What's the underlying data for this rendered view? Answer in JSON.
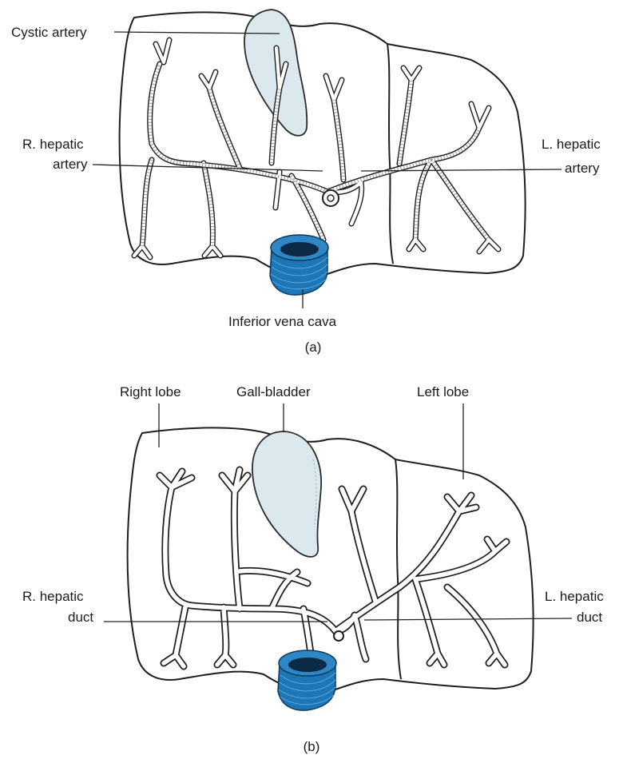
{
  "panel_a": {
    "labels": {
      "cystic_artery": "Cystic artery",
      "r_hepatic_artery_1": "R. hepatic",
      "r_hepatic_artery_2": "artery",
      "l_hepatic_artery_1": "L. hepatic",
      "l_hepatic_artery_2": "artery",
      "inferior_vena_cava": "Inferior vena cava"
    },
    "caption": "(a)"
  },
  "panel_b": {
    "labels": {
      "right_lobe": "Right lobe",
      "gall_bladder": "Gall-bladder",
      "left_lobe": "Left lobe",
      "r_hepatic_duct_1": "R. hepatic",
      "r_hepatic_duct_2": "duct",
      "l_hepatic_duct_1": "L. hepatic",
      "l_hepatic_duct_2": "duct"
    },
    "caption": "(b)"
  },
  "colors": {
    "vena_cava": "#1d76b5",
    "gall_bladder": "#dbe9ef",
    "outline": "#1e1e1e"
  }
}
